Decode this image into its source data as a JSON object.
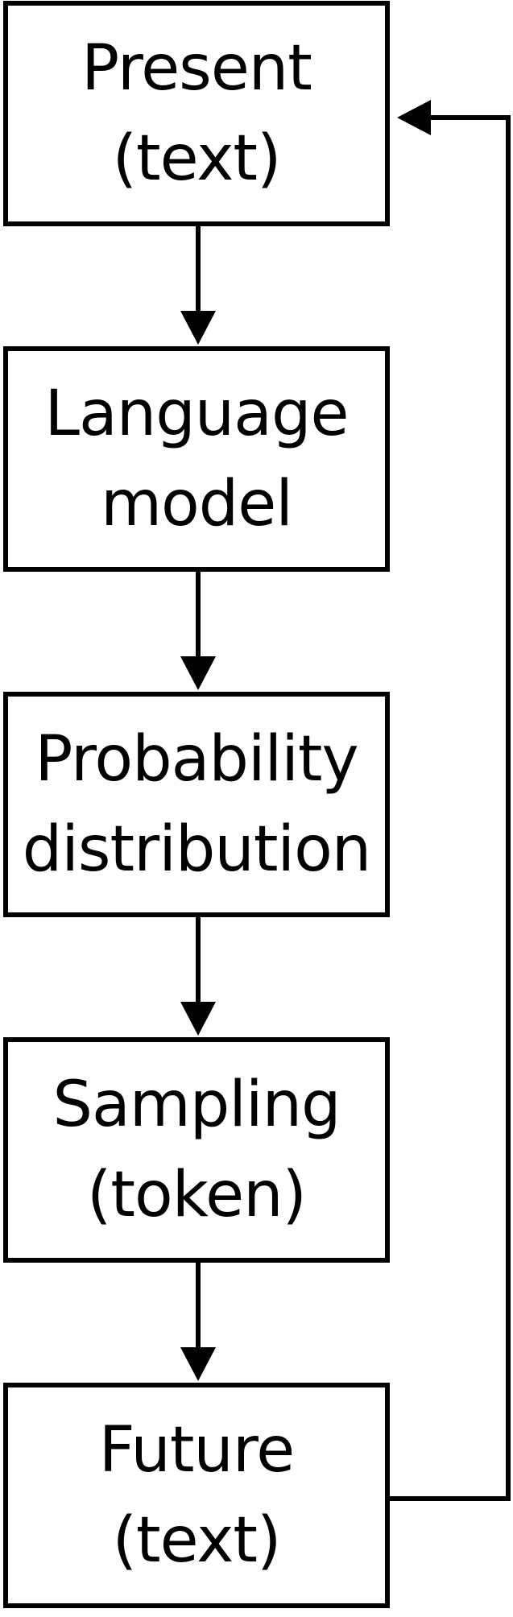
{
  "diagram": {
    "nodes": [
      {
        "line1": "Present",
        "line2": "(text)"
      },
      {
        "line1": "Language",
        "line2": "model"
      },
      {
        "line1": "Probability",
        "line2": "distribution"
      },
      {
        "line1": "Sampling",
        "line2": "(token)"
      },
      {
        "line1": "Future",
        "line2": "(text)"
      }
    ],
    "edges": [
      {
        "from": 0,
        "to": 1
      },
      {
        "from": 1,
        "to": 2
      },
      {
        "from": 2,
        "to": 3
      },
      {
        "from": 3,
        "to": 4
      },
      {
        "from": 4,
        "to": 0,
        "kind": "feedback-loop"
      }
    ],
    "colors": {
      "stroke": "#000000",
      "background": "#ffffff"
    }
  }
}
